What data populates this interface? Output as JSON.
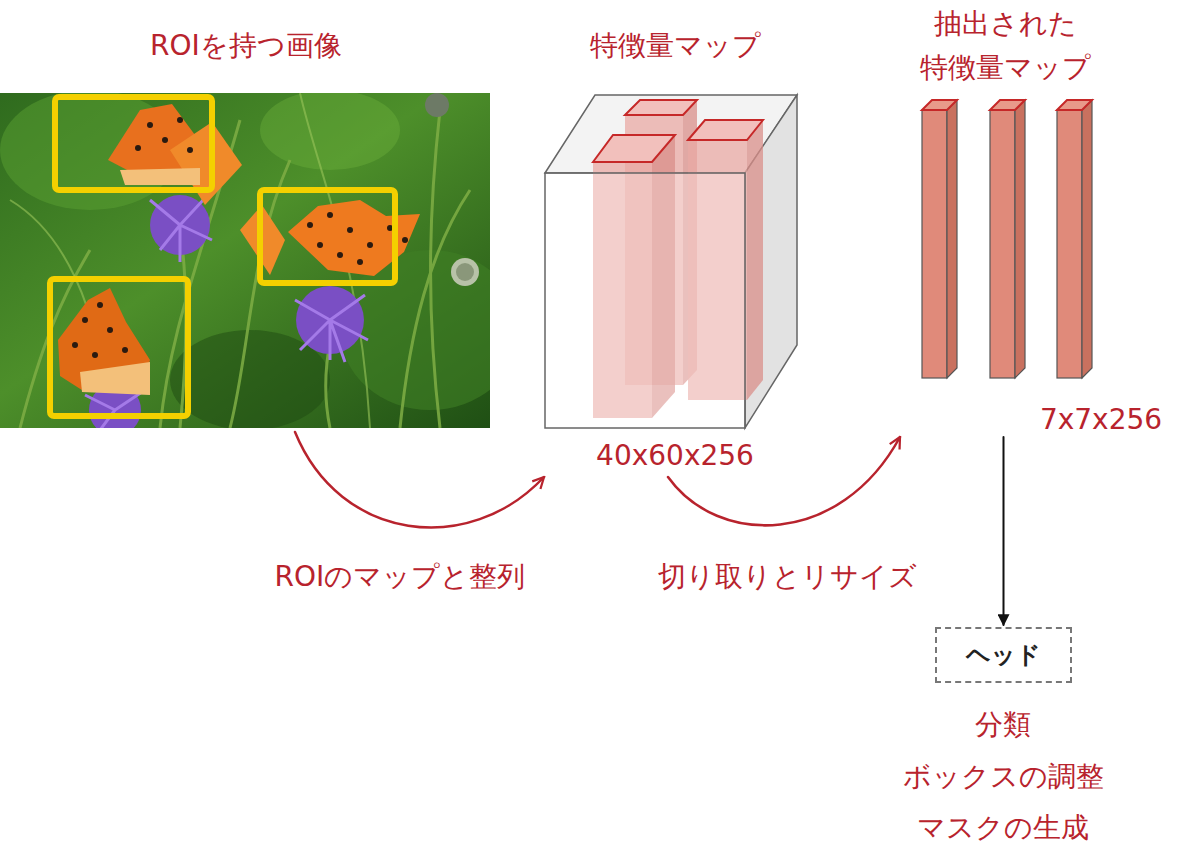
{
  "diagram": {
    "nodes": [
      {
        "text": [
          "ROIを持つ画像"
        ]
      },
      {
        "text": [
          "特徴量マップ",
          "40x60x256"
        ]
      },
      {
        "text": [
          "抽出された 特徴量マップ",
          "7x7x256"
        ]
      },
      {
        "text": [
          "ヘッド"
        ]
      }
    ],
    "edges": [
      {
        "from": 0,
        "to": 1,
        "arrow": "to",
        "label": "ROIのマップと整列"
      },
      {
        "from": 1,
        "to": 2,
        "arrow": "to",
        "label": "切り取りとリサイズ"
      },
      {
        "from": 2,
        "to": 3,
        "arrow": "to"
      }
    ],
    "labels": [
      "分類",
      "ボックスの調整",
      "マスクの生成"
    ]
  }
}
